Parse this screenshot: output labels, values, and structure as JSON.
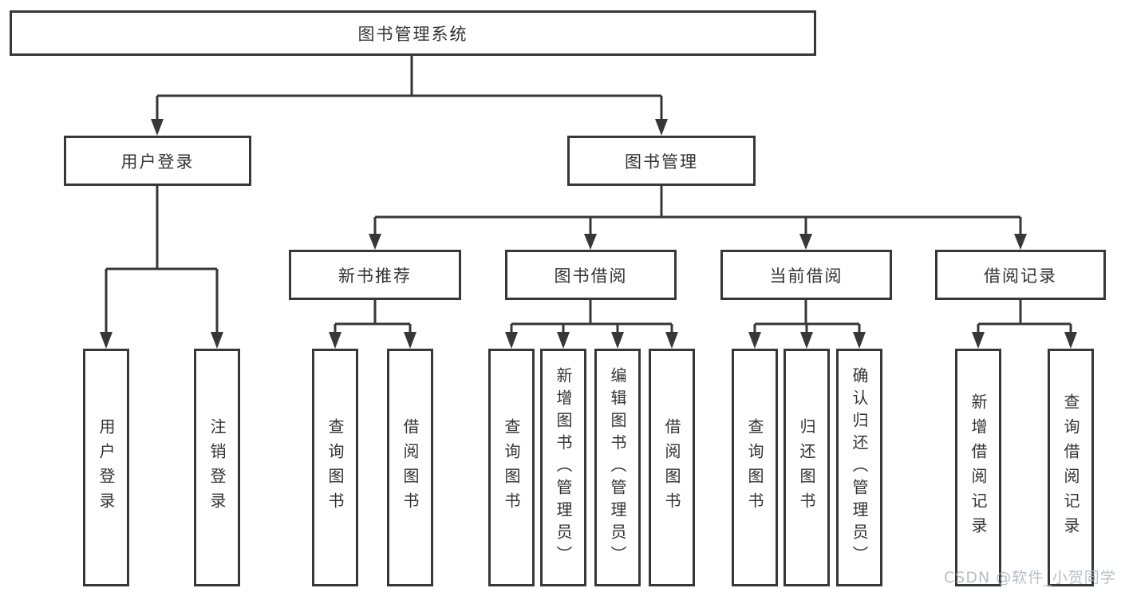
{
  "tree": {
    "label": "图书管理系统",
    "children": [
      {
        "label": "用户登录",
        "children": [
          {
            "label": "用户登录"
          },
          {
            "label": "注销登录"
          }
        ]
      },
      {
        "label": "图书管理",
        "children": [
          {
            "label": "新书推荐",
            "children": [
              {
                "label": "查询图书"
              },
              {
                "label": "借阅图书"
              }
            ]
          },
          {
            "label": "图书借阅",
            "children": [
              {
                "label": "查询图书"
              },
              {
                "label": "新增图书（管理员）"
              },
              {
                "label": "编辑图书（管理员）"
              },
              {
                "label": "借阅图书"
              }
            ]
          },
          {
            "label": "当前借阅",
            "children": [
              {
                "label": "查询图书"
              },
              {
                "label": "归还图书"
              },
              {
                "label": "确认归还（管理员）"
              }
            ]
          },
          {
            "label": "借阅记录",
            "children": [
              {
                "label": "新增借阅记录"
              },
              {
                "label": "查询借阅记录"
              }
            ]
          }
        ]
      }
    ]
  },
  "watermark": {
    "text": "CSDN @软件_小贺同学"
  },
  "colors": {
    "line": "#373737",
    "box_border": "#373737",
    "text": "#333333",
    "watermark_text": "#aeb3b9"
  }
}
